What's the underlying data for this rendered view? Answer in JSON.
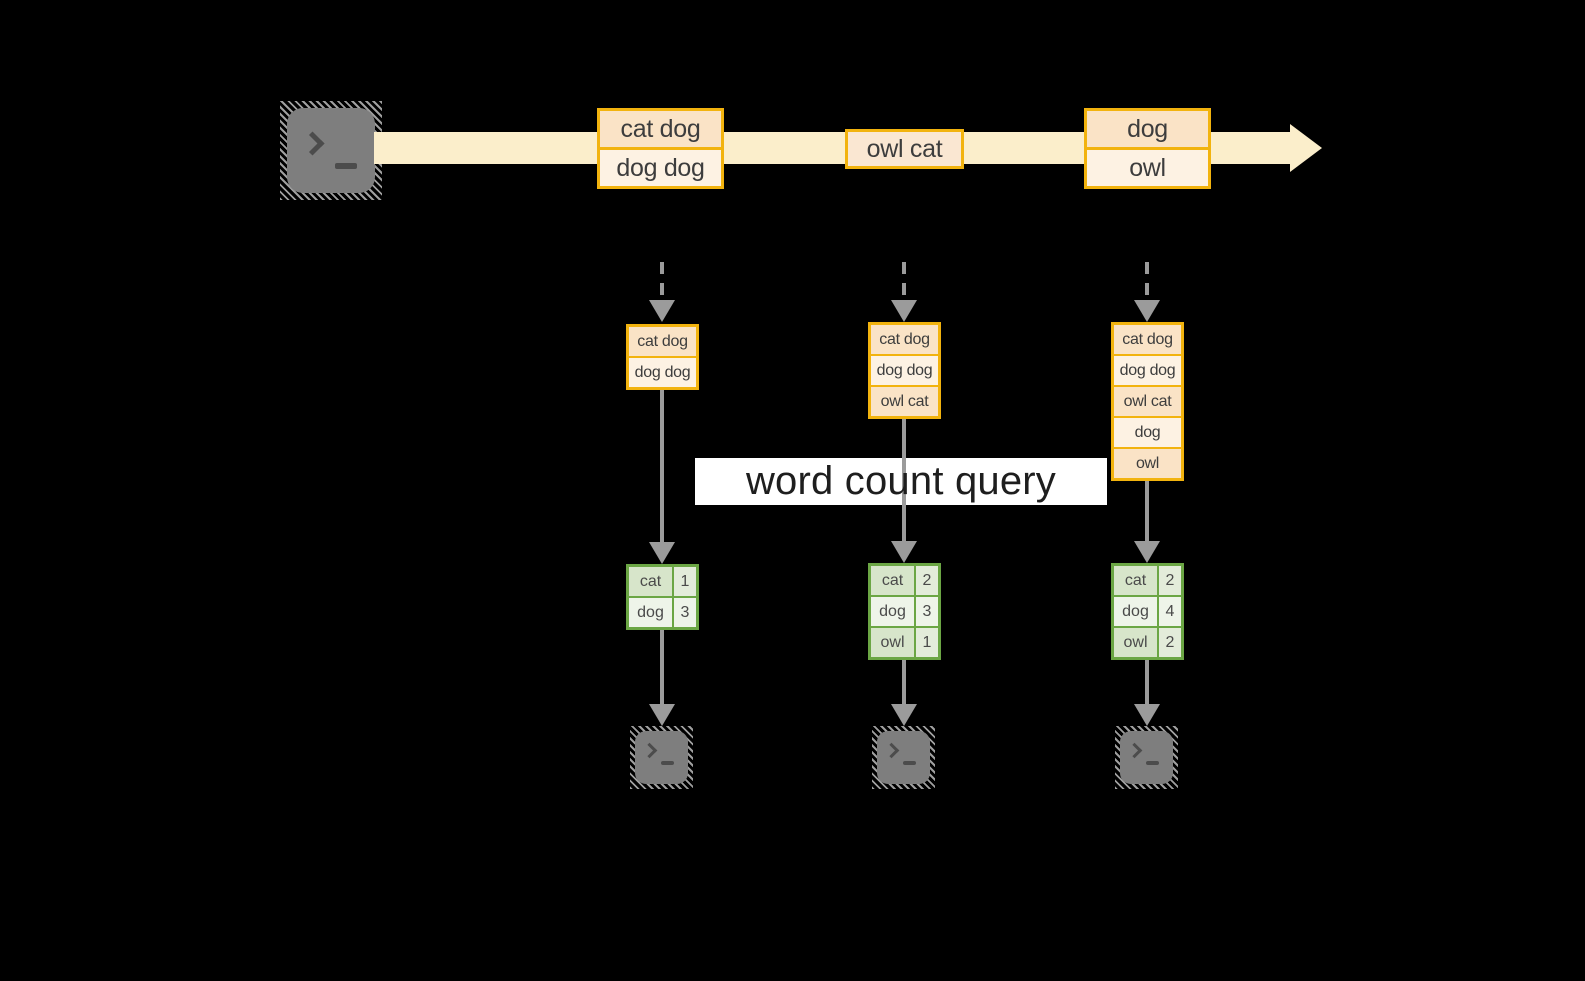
{
  "query": {
    "label": "word count query"
  },
  "stream": {
    "source_icon": "terminal-icon",
    "events": [
      {
        "rows": [
          "cat dog",
          "dog dog"
        ]
      },
      {
        "rows": [
          "owl cat"
        ]
      },
      {
        "rows": [
          "dog",
          "owl"
        ]
      }
    ]
  },
  "pipelines": [
    {
      "buffer": [
        "cat dog",
        "dog dog"
      ],
      "counts": [
        {
          "word": "cat",
          "count": "1"
        },
        {
          "word": "dog",
          "count": "3"
        }
      ],
      "sink_icon": "terminal-icon"
    },
    {
      "buffer": [
        "cat dog",
        "dog dog",
        "owl cat"
      ],
      "counts": [
        {
          "word": "cat",
          "count": "2"
        },
        {
          "word": "dog",
          "count": "3"
        },
        {
          "word": "owl",
          "count": "1"
        }
      ],
      "sink_icon": "terminal-icon"
    },
    {
      "buffer": [
        "cat dog",
        "dog dog",
        "owl cat",
        "dog",
        "owl"
      ],
      "counts": [
        {
          "word": "cat",
          "count": "2"
        },
        {
          "word": "dog",
          "count": "4"
        },
        {
          "word": "owl",
          "count": "2"
        }
      ],
      "sink_icon": "terminal-icon"
    }
  ],
  "colors": {
    "background": "#000000",
    "stream_band": "#FBEECB",
    "event_border": "#F2B30E",
    "event_fill_dark": "#FAE3C6",
    "event_fill_light": "#FDF2E3",
    "table_border": "#6BA644",
    "table_fill_dark": "#D7E5CA",
    "table_fill_light": "#EEF4E9",
    "arrow_gray": "#9B9B9B",
    "query_band": "#FFFFFF",
    "label_text": "#3D3D3D"
  }
}
